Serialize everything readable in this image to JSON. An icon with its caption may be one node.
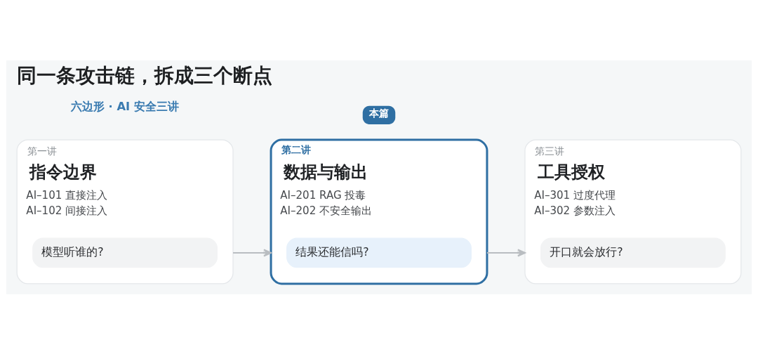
{
  "diagram": {
    "title": "同一条攻击链，拆成三个断点",
    "nodes": [
      {
        "text": [
          "第一讲",
          "指令边界",
          "AI–101 直接注入",
          "AI–102 间接注入"
        ]
      },
      {
        "text": [
          "模型听谁的?"
        ],
        "in": 0
      },
      {
        "text": [
          "第二讲",
          "数据与输出",
          "AI–201 RAG 投毒",
          "AI–202 不安全输出"
        ]
      },
      {
        "text": [
          "本篇"
        ]
      },
      {
        "text": [
          "结果还能信吗?"
        ],
        "in": 2
      },
      {
        "text": [
          "第三讲",
          "工具授权",
          "AI–301 过度代理",
          "AI–302 参数注入"
        ]
      },
      {
        "text": [
          "开口就会放行?"
        ],
        "in": 5
      }
    ],
    "edges": [
      {
        "from": 0,
        "to": 2,
        "arrow": "to"
      },
      {
        "from": 2,
        "to": 5,
        "arrow": "to"
      }
    ],
    "labels": [
      "六边形 · AI 安全三讲"
    ]
  }
}
